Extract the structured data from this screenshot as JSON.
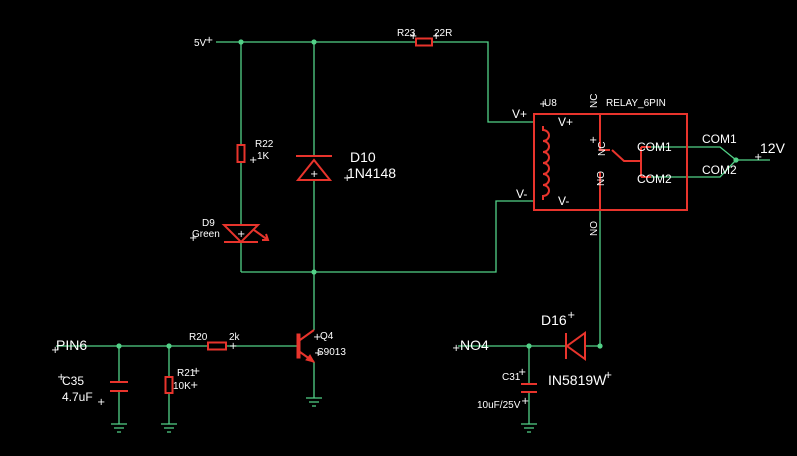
{
  "nets": {
    "vcc": "5V",
    "v12": "12V",
    "pin6": "PIN6",
    "no4": "NO4"
  },
  "components": {
    "r23": {
      "ref": "R23",
      "value": "22R"
    },
    "r22": {
      "ref": "R22",
      "value": "1K"
    },
    "d10": {
      "ref": "D10",
      "value": "1N4148"
    },
    "d9": {
      "ref": "D9",
      "value": "Green"
    },
    "u8": {
      "ref": "U8",
      "value": "RELAY_6PIN",
      "pin_vplus": "V+",
      "pin_vminus": "V-",
      "pin_nc": "NC",
      "pin_no": "NO",
      "pin_com1": "COM1",
      "pin_com2": "COM2"
    },
    "r20": {
      "ref": "R20",
      "value": "2k"
    },
    "q4": {
      "ref": "Q4",
      "value": "S9013"
    },
    "c35": {
      "ref": "C35",
      "value": "4.7uF"
    },
    "r21": {
      "ref": "R21",
      "value": "10K"
    },
    "d16": {
      "ref": "D16",
      "value": "IN5819W"
    },
    "c31": {
      "ref": "C31",
      "value": "10uF/25V"
    }
  },
  "colors": {
    "background": "#000000",
    "wire": "#52d187",
    "part": "#e8342c",
    "text": "#ffffff"
  }
}
